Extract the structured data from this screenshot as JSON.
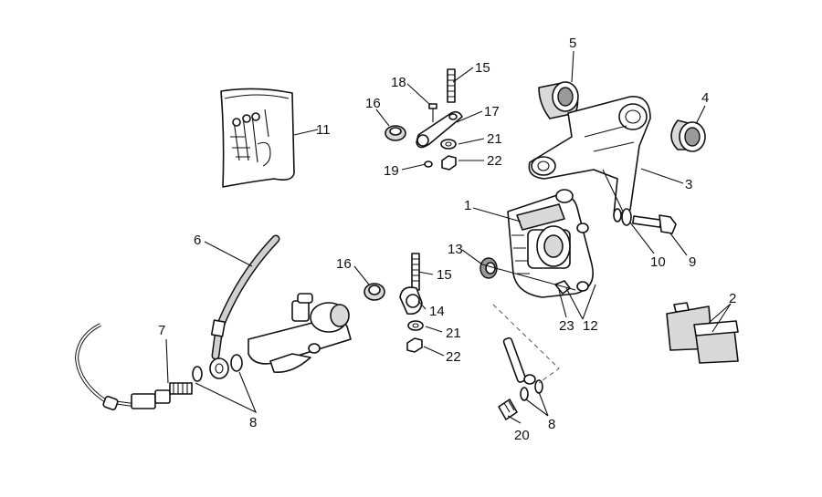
{
  "callouts": {
    "c1": "1",
    "c2": "2",
    "c3": "3",
    "c4": "4",
    "c5": "5",
    "c6": "6",
    "c7": "7",
    "c8a": "8",
    "c8b": "8",
    "c9": "9",
    "c10": "10",
    "c11": "11",
    "c12": "12",
    "c13": "13",
    "c14": "14",
    "c15a": "15",
    "c15b": "15",
    "c16a": "16",
    "c16b": "16",
    "c17": "17",
    "c18": "18",
    "c19": "19",
    "c20": "20",
    "c21a": "21",
    "c21b": "21",
    "c22a": "22",
    "c22b": "22",
    "c23": "23"
  }
}
